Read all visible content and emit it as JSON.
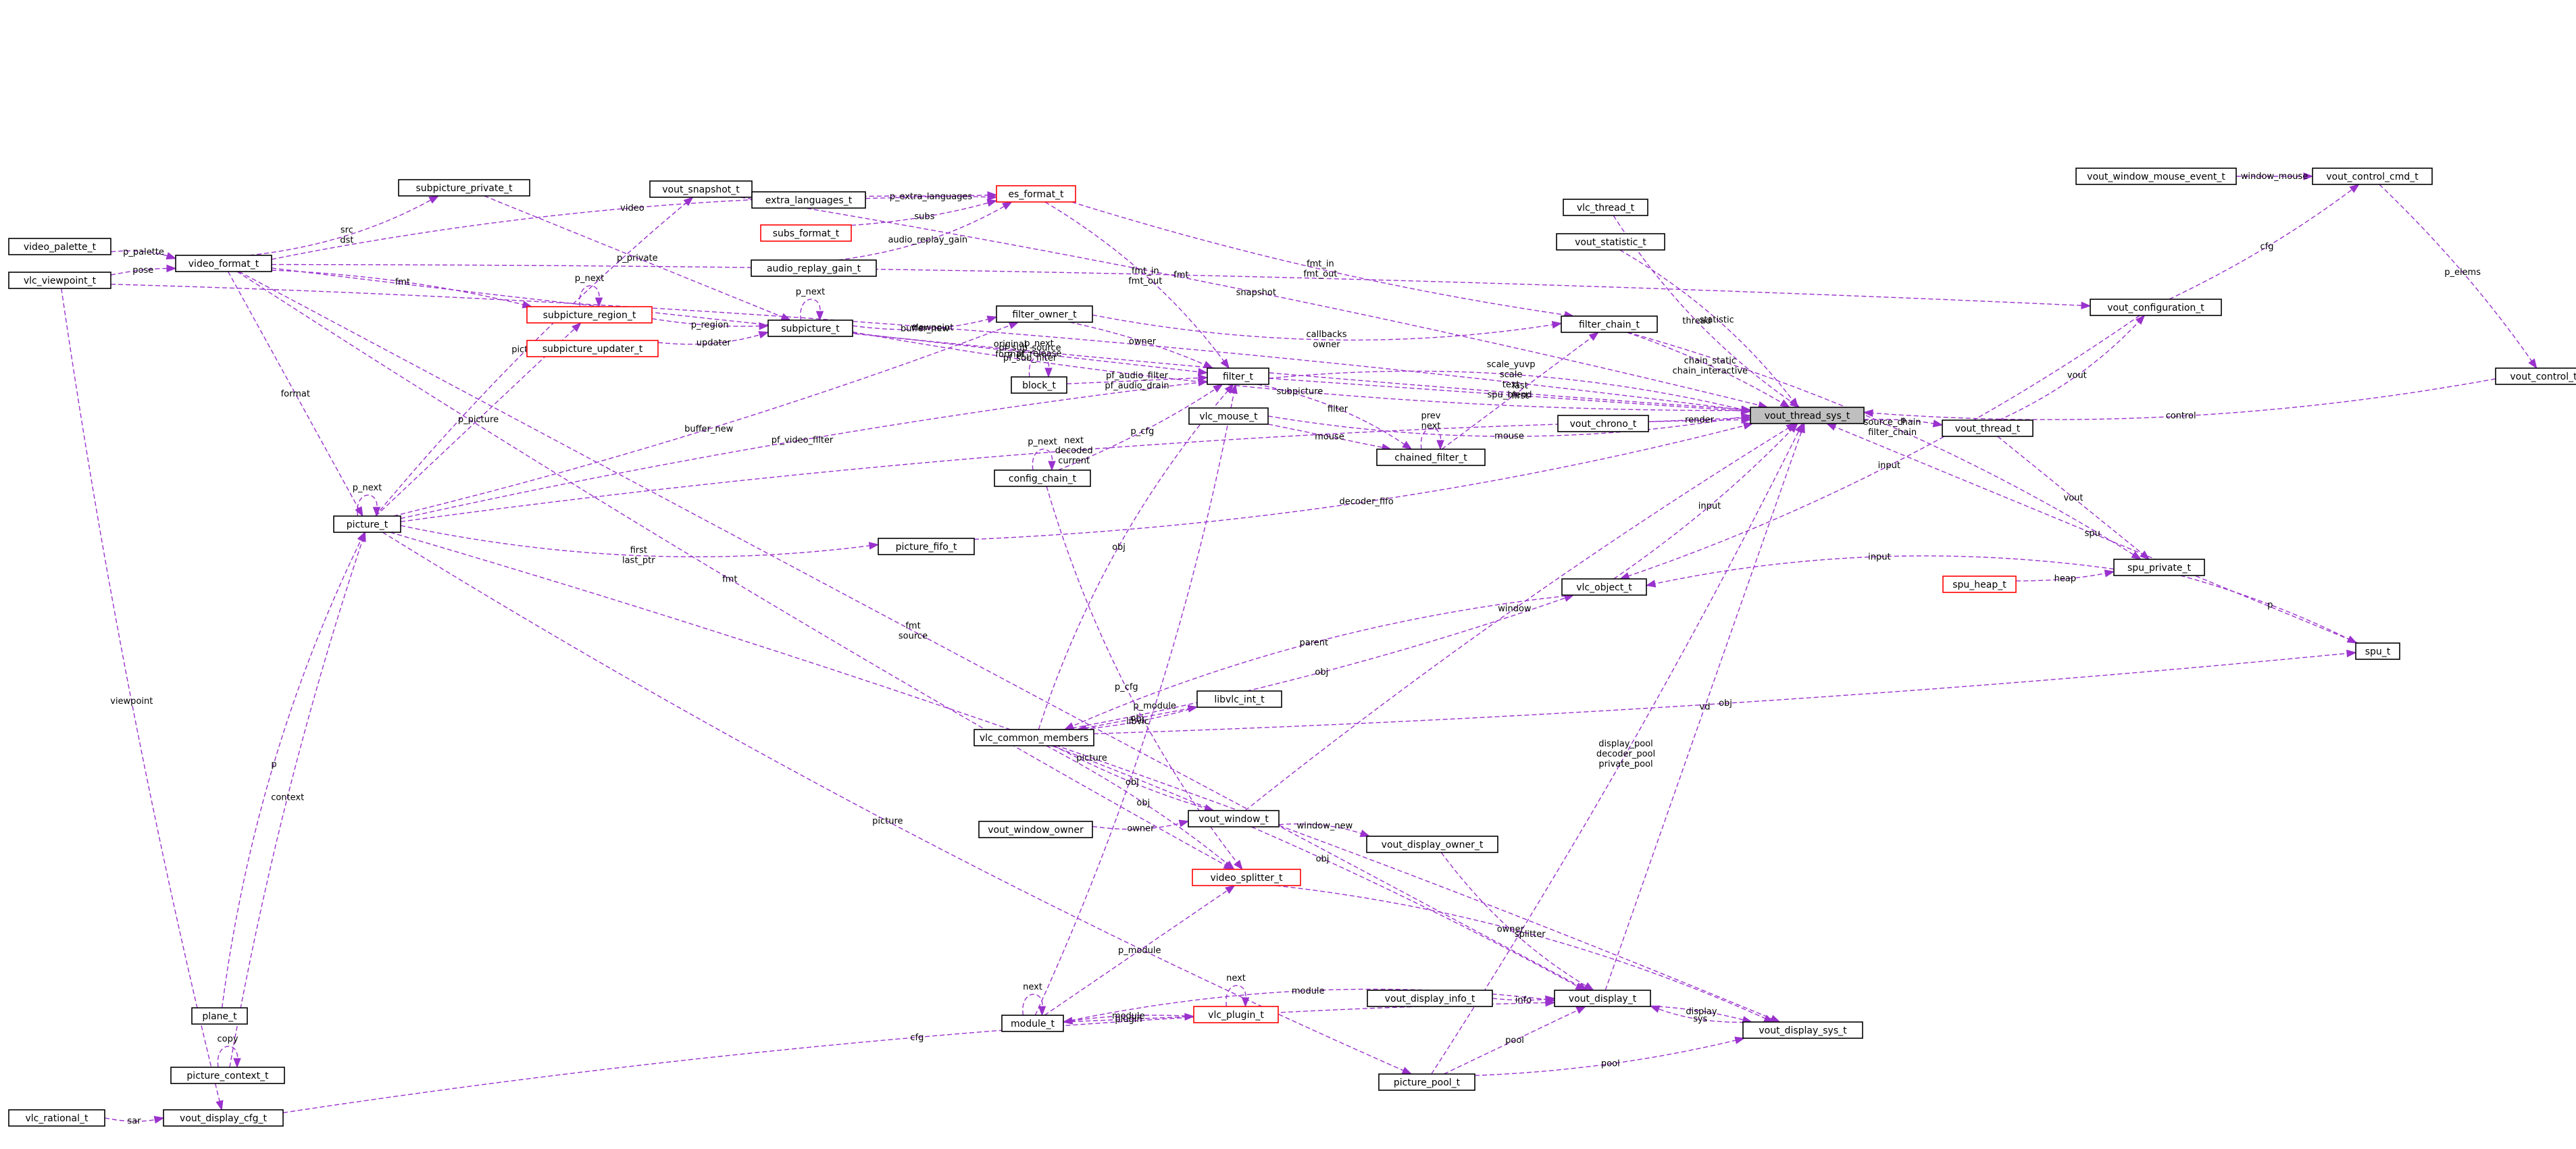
{
  "colors": {
    "edge": "#9a32cd",
    "node_border": "#000000",
    "undoc_border": "#ff0000",
    "focus_fill": "#bfbfbf",
    "background": "#ffffff"
  },
  "nodes": [
    {
      "id": "vout_thread_sys_t",
      "label": "vout_thread_sys_t",
      "style": "focus"
    },
    {
      "id": "vout_control_t",
      "label": "vout_control_t"
    },
    {
      "id": "vout_control_cmd_t",
      "label": "vout_control_cmd_t"
    },
    {
      "id": "vout_window_mouse_event_t",
      "label": "vout_window_mouse_event_t"
    },
    {
      "id": "vout_configuration_t",
      "label": "vout_configuration_t"
    },
    {
      "id": "vout_thread_t",
      "label": "vout_thread_t"
    },
    {
      "id": "spu_private_t",
      "label": "spu_private_t"
    },
    {
      "id": "spu_heap_t",
      "label": "spu_heap_t",
      "style": "red"
    },
    {
      "id": "spu_t",
      "label": "spu_t"
    },
    {
      "id": "vlc_thread_t",
      "label": "vlc_thread_t"
    },
    {
      "id": "vout_statistic_t",
      "label": "vout_statistic_t"
    },
    {
      "id": "filter_chain_t",
      "label": "filter_chain_t"
    },
    {
      "id": "vout_chrono_t",
      "label": "vout_chrono_t"
    },
    {
      "id": "vlc_object_t",
      "label": "vlc_object_t"
    },
    {
      "id": "chained_filter_t",
      "label": "chained_filter_t"
    },
    {
      "id": "filter_t",
      "label": "filter_t"
    },
    {
      "id": "vlc_mouse_t",
      "label": "vlc_mouse_t"
    },
    {
      "id": "es_format_t",
      "label": "es_format_t",
      "style": "red"
    },
    {
      "id": "filter_owner_t",
      "label": "filter_owner_t"
    },
    {
      "id": "block_t",
      "label": "block_t"
    },
    {
      "id": "config_chain_t",
      "label": "config_chain_t"
    },
    {
      "id": "vout_snapshot_t",
      "label": "vout_snapshot_t"
    },
    {
      "id": "extra_languages_t",
      "label": "extra_languages_t"
    },
    {
      "id": "subs_format_t",
      "label": "subs_format_t",
      "style": "red"
    },
    {
      "id": "audio_replay_gain_t",
      "label": "audio_replay_gain_t"
    },
    {
      "id": "subpicture_t",
      "label": "subpicture_t"
    },
    {
      "id": "subpicture_private_t",
      "label": "subpicture_private_t"
    },
    {
      "id": "subpicture_region_t",
      "label": "subpicture_region_t",
      "style": "red"
    },
    {
      "id": "subpicture_updater_t",
      "label": "subpicture_updater_t",
      "style": "red"
    },
    {
      "id": "video_format_t",
      "label": "video_format_t"
    },
    {
      "id": "video_palette_t",
      "label": "video_palette_t"
    },
    {
      "id": "vlc_viewpoint_t",
      "label": "vlc_viewpoint_t"
    },
    {
      "id": "picture_t",
      "label": "picture_t"
    },
    {
      "id": "picture_fifo_t",
      "label": "picture_fifo_t"
    },
    {
      "id": "vlc_common_members",
      "label": "vlc_common_members"
    },
    {
      "id": "libvlc_int_t",
      "label": "libvlc_int_t"
    },
    {
      "id": "vout_window_t",
      "label": "vout_window_t"
    },
    {
      "id": "vout_window_owner",
      "label": "vout_window_owner"
    },
    {
      "id": "vout_display_owner_t",
      "label": "vout_display_owner_t"
    },
    {
      "id": "video_splitter_t",
      "label": "video_splitter_t",
      "style": "red"
    },
    {
      "id": "plane_t",
      "label": "plane_t"
    },
    {
      "id": "picture_context_t",
      "label": "picture_context_t"
    },
    {
      "id": "module_t",
      "label": "module_t"
    },
    {
      "id": "vlc_plugin_t",
      "label": "vlc_plugin_t",
      "style": "red"
    },
    {
      "id": "vout_display_info_t",
      "label": "vout_display_info_t"
    },
    {
      "id": "vout_display_t",
      "label": "vout_display_t"
    },
    {
      "id": "vout_display_sys_t",
      "label": "vout_display_sys_t"
    },
    {
      "id": "picture_pool_t",
      "label": "picture_pool_t"
    },
    {
      "id": "vlc_rational_t",
      "label": "vlc_rational_t"
    },
    {
      "id": "vout_display_cfg_t",
      "label": "vout_display_cfg_t"
    }
  ],
  "edges": [
    {
      "from": "vout_control_t",
      "to": "vout_thread_sys_t",
      "label": "control"
    },
    {
      "from": "vout_control_cmd_t",
      "to": "vout_control_t",
      "label": "p_elems"
    },
    {
      "from": "vout_window_mouse_event_t",
      "to": "vout_control_cmd_t",
      "label": "window_mouse"
    },
    {
      "from": "vout_configuration_t",
      "to": "vout_control_cmd_t",
      "label": "cfg"
    },
    {
      "from": "vout_thread_t",
      "to": "vout_configuration_t",
      "label": "vout"
    },
    {
      "from": "vout_configuration_t",
      "to": "vlc_object_t",
      "label": "input"
    },
    {
      "from": "vout_thread_sys_t",
      "to": "vout_thread_t",
      "label": "p"
    },
    {
      "from": "vout_thread_t",
      "to": "spu_private_t",
      "label": "vout"
    },
    {
      "from": "spu_heap_t",
      "to": "spu_private_t",
      "label": "heap"
    },
    {
      "from": "spu_private_t",
      "to": "vlc_object_t",
      "label": "input"
    },
    {
      "from": "filter_chain_t",
      "to": "spu_private_t",
      "label": "source_chain\nfilter_chain"
    },
    {
      "from": "spu_private_t",
      "to": "spu_t",
      "label": "p"
    },
    {
      "from": "spu_t",
      "to": "vout_thread_sys_t",
      "label": "spu"
    },
    {
      "from": "vlc_common_members",
      "to": "spu_t",
      "label": "obj"
    },
    {
      "from": "vlc_thread_t",
      "to": "vout_thread_sys_t",
      "label": "thread"
    },
    {
      "from": "vout_statistic_t",
      "to": "vout_thread_sys_t",
      "label": "statistic"
    },
    {
      "from": "filter_chain_t",
      "to": "vout_thread_sys_t",
      "label": "chain_static\nchain_interactive"
    },
    {
      "from": "vout_chrono_t",
      "to": "vout_thread_sys_t",
      "label": "render"
    },
    {
      "from": "vlc_object_t",
      "to": "vout_thread_sys_t",
      "label": "input"
    },
    {
      "from": "vlc_mouse_t",
      "to": "vout_thread_sys_t",
      "label": "mouse"
    },
    {
      "from": "filter_t",
      "to": "vout_thread_sys_t",
      "label": "scale_yuvp\nscale\ntext"
    },
    {
      "from": "vout_window_t",
      "to": "vout_thread_sys_t",
      "label": "window"
    },
    {
      "from": "vout_display_t",
      "to": "vout_thread_sys_t",
      "label": "vd"
    },
    {
      "from": "picture_pool_t",
      "to": "vout_thread_sys_t",
      "label": "display_pool\ndecoder_pool\nprivate_pool"
    },
    {
      "from": "picture_fifo_t",
      "to": "vout_thread_sys_t",
      "label": "decoder_fifo"
    },
    {
      "from": "picture_t",
      "to": "vout_thread_sys_t",
      "label": "next\ndecoded\ncurrent"
    },
    {
      "from": "vout_snapshot_t",
      "to": "vout_thread_sys_t",
      "label": "snapshot"
    },
    {
      "from": "filter_t",
      "to": "vout_thread_sys_t",
      "label": "spu_blend"
    },
    {
      "from": "video_format_t",
      "to": "vout_thread_sys_t",
      "label": "original\nformat"
    },
    {
      "from": "subpicture_t",
      "to": "vout_thread_sys_t",
      "label": "subpicture"
    },
    {
      "from": "vlc_viewpoint_t",
      "to": "vout_thread_sys_t",
      "label": "viewpoint"
    },
    {
      "from": "video_format_t",
      "to": "vout_configuration_t",
      "label": "fmt"
    },
    {
      "from": "chained_filter_t",
      "to": "filter_chain_t",
      "label": "last\nfirst"
    },
    {
      "from": "es_format_t",
      "to": "filter_chain_t",
      "label": "fmt_in\nfmt_out"
    },
    {
      "from": "filter_owner_t",
      "to": "filter_chain_t",
      "label": "callbacks\nowner"
    },
    {
      "from": "filter_t",
      "to": "chained_filter_t",
      "label": "filter"
    },
    {
      "from": "chained_filter_t",
      "to": "chained_filter_t",
      "label": "prev\nnext"
    },
    {
      "from": "vlc_mouse_t",
      "to": "chained_filter_t",
      "label": "mouse"
    },
    {
      "from": "vlc_common_members",
      "to": "vlc_object_t",
      "label": "obj"
    },
    {
      "from": "vlc_object_t",
      "to": "vlc_common_members",
      "label": "parent"
    },
    {
      "from": "es_format_t",
      "to": "filter_t",
      "label": "fmt_in\nfmt_out"
    },
    {
      "from": "filter_owner_t",
      "to": "filter_t",
      "label": "owner"
    },
    {
      "from": "block_t",
      "to": "filter_t",
      "label": "pf_audio_filter\npf_audio_drain"
    },
    {
      "from": "config_chain_t",
      "to": "filter_t",
      "label": "p_cfg"
    },
    {
      "from": "module_t",
      "to": "filter_t",
      "label": "p_module"
    },
    {
      "from": "vlc_common_members",
      "to": "filter_t",
      "label": "obj"
    },
    {
      "from": "picture_t",
      "to": "filter_t",
      "label": "pf_video_filter"
    },
    {
      "from": "subpicture_t",
      "to": "filter_t",
      "label": "pf_sub_source\npf_sub_filter"
    },
    {
      "from": "picture_t",
      "to": "filter_owner_t",
      "label": "buffer_new"
    },
    {
      "from": "subpicture_t",
      "to": "filter_owner_t",
      "label": "buffer_new"
    },
    {
      "from": "block_t",
      "to": "block_t",
      "label": "p_next\npf_release"
    },
    {
      "from": "config_chain_t",
      "to": "config_chain_t",
      "label": "p_next"
    },
    {
      "from": "extra_languages_t",
      "to": "es_format_t",
      "label": "p_extra_languages"
    },
    {
      "from": "subs_format_t",
      "to": "es_format_t",
      "label": "subs"
    },
    {
      "from": "audio_replay_gain_t",
      "to": "es_format_t",
      "label": "audio_replay_gain"
    },
    {
      "from": "video_format_t",
      "to": "es_format_t",
      "label": "video"
    },
    {
      "from": "picture_t",
      "to": "vout_snapshot_t",
      "label": "picture"
    },
    {
      "from": "subpicture_private_t",
      "to": "subpicture_t",
      "label": "p_private"
    },
    {
      "from": "subpicture_region_t",
      "to": "subpicture_t",
      "label": "p_region"
    },
    {
      "from": "subpicture_updater_t",
      "to": "subpicture_t",
      "label": "updater"
    },
    {
      "from": "subpicture_t",
      "to": "subpicture_t",
      "label": "p_next"
    },
    {
      "from": "video_format_t",
      "to": "subpicture_region_t",
      "label": "fmt"
    },
    {
      "from": "picture_t",
      "to": "subpicture_region_t",
      "label": "p_picture"
    },
    {
      "from": "subpicture_region_t",
      "to": "subpicture_region_t",
      "label": "p_next"
    },
    {
      "from": "video_format_t",
      "to": "subpicture_private_t",
      "label": "src\ndst"
    },
    {
      "from": "video_palette_t",
      "to": "video_format_t",
      "label": "p_palette"
    },
    {
      "from": "vlc_viewpoint_t",
      "to": "video_format_t",
      "label": "pose"
    },
    {
      "from": "video_format_t",
      "to": "picture_t",
      "label": "format"
    },
    {
      "from": "picture_t",
      "to": "picture_t",
      "label": "p_next"
    },
    {
      "from": "picture_t",
      "to": "picture_fifo_t",
      "label": "first\nlast_ptr"
    },
    {
      "from": "plane_t",
      "to": "picture_t",
      "label": "p"
    },
    {
      "from": "picture_context_t",
      "to": "picture_t",
      "label": "context"
    },
    {
      "from": "picture_context_t",
      "to": "picture_context_t",
      "label": "copy"
    },
    {
      "from": "vlc_viewpoint_t",
      "to": "vout_display_cfg_t",
      "label": "viewpoint"
    },
    {
      "from": "vlc_rational_t",
      "to": "vout_display_cfg_t",
      "label": "sar"
    },
    {
      "from": "vout_display_cfg_t",
      "to": "vout_display_t",
      "label": "cfg"
    },
    {
      "from": "libvlc_int_t",
      "to": "vlc_common_members",
      "label": "libvlc"
    },
    {
      "from": "vlc_common_members",
      "to": "libvlc_int_t",
      "label": "obj"
    },
    {
      "from": "vlc_common_members",
      "to": "vout_window_t",
      "label": "obj"
    },
    {
      "from": "vout_window_owner",
      "to": "vout_window_t",
      "label": "owner"
    },
    {
      "from": "vout_window_t",
      "to": "vout_display_owner_t",
      "label": "window_new"
    },
    {
      "from": "vlc_common_members",
      "to": "video_splitter_t",
      "label": "obj"
    },
    {
      "from": "module_t",
      "to": "video_splitter_t",
      "label": "p_module"
    },
    {
      "from": "video_format_t",
      "to": "video_splitter_t",
      "label": "fmt"
    },
    {
      "from": "config_chain_t",
      "to": "video_splitter_t",
      "label": "p_cfg"
    },
    {
      "from": "video_splitter_t",
      "to": "vout_display_sys_t",
      "label": "splitter"
    },
    {
      "from": "module_t",
      "to": "module_t",
      "label": "next"
    },
    {
      "from": "module_t",
      "to": "vlc_plugin_t",
      "label": "plugin"
    },
    {
      "from": "vlc_plugin_t",
      "to": "module_t",
      "label": "module"
    },
    {
      "from": "vlc_plugin_t",
      "to": "vlc_plugin_t",
      "label": "next"
    },
    {
      "from": "module_t",
      "to": "vout_display_t",
      "label": "module"
    },
    {
      "from": "vlc_common_members",
      "to": "vout_display_t",
      "label": "obj"
    },
    {
      "from": "video_format_t",
      "to": "vout_display_t",
      "label": "fmt\nsource"
    },
    {
      "from": "vout_display_info_t",
      "to": "vout_display_t",
      "label": "info"
    },
    {
      "from": "vout_display_owner_t",
      "to": "vout_display_t",
      "label": "owner"
    },
    {
      "from": "vout_display_sys_t",
      "to": "vout_display_t",
      "label": "sys"
    },
    {
      "from": "vout_display_t",
      "to": "vout_display_sys_t",
      "label": "display"
    },
    {
      "from": "picture_pool_t",
      "to": "vout_display_t",
      "label": "pool"
    },
    {
      "from": "picture_pool_t",
      "to": "vout_display_sys_t",
      "label": "pool"
    },
    {
      "from": "picture_t",
      "to": "picture_pool_t",
      "label": "picture"
    },
    {
      "from": "picture_t",
      "to": "vout_display_sys_t",
      "label": "picture"
    }
  ]
}
